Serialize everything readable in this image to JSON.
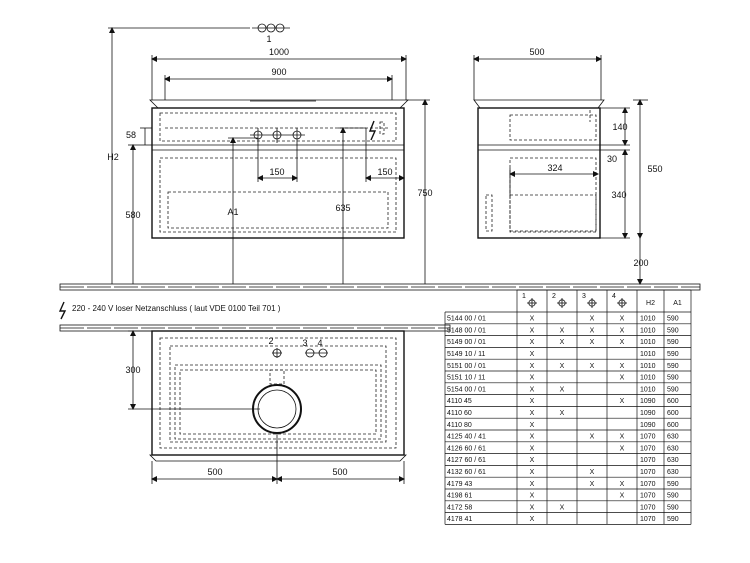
{
  "front_view": {
    "top_symbol_label": "1",
    "dims": {
      "d1000": "1000",
      "d900": "900",
      "d58": "58",
      "d150a": "150",
      "d150b": "150",
      "d580": "580",
      "dH2": "H2",
      "dA1": "A1",
      "d635": "635",
      "d750": "750"
    }
  },
  "side_view": {
    "dims": {
      "d500": "500",
      "d140": "140",
      "d30": "30",
      "d324": "324",
      "d340": "340",
      "d550": "550",
      "d200": "200"
    }
  },
  "power_note": "220 - 240 V loser Netzanschluss ( laut VDE 0100 Teil 701 )",
  "plan_view": {
    "d300": "300",
    "d500a": "500",
    "d500b": "500",
    "labels": [
      "2",
      "3",
      "4"
    ]
  },
  "table": {
    "headers": [
      "1",
      "2",
      "3",
      "4",
      "H2",
      "A1"
    ],
    "rows": [
      {
        "code": "5144 00 / 01",
        "c1": "X",
        "c2": "",
        "c3": "X",
        "c4": "X",
        "h2": "1010",
        "a1": "590"
      },
      {
        "code": "5148 00 / 01",
        "c1": "X",
        "c2": "X",
        "c3": "X",
        "c4": "X",
        "h2": "1010",
        "a1": "590"
      },
      {
        "code": "5149 00 / 01",
        "c1": "X",
        "c2": "X",
        "c3": "X",
        "c4": "X",
        "h2": "1010",
        "a1": "590"
      },
      {
        "code": "5149 10 / 11",
        "c1": "X",
        "c2": "",
        "c3": "",
        "c4": "",
        "h2": "1010",
        "a1": "590"
      },
      {
        "code": "5151 00 / 01",
        "c1": "X",
        "c2": "X",
        "c3": "X",
        "c4": "X",
        "h2": "1010",
        "a1": "590"
      },
      {
        "code": "5151 10 / 11",
        "c1": "X",
        "c2": "",
        "c3": "",
        "c4": "X",
        "h2": "1010",
        "a1": "590"
      },
      {
        "code": "5154 00 / 01",
        "c1": "X",
        "c2": "X",
        "c3": "",
        "c4": "",
        "h2": "1010",
        "a1": "590"
      },
      {
        "code": "4110 45",
        "c1": "X",
        "c2": "",
        "c3": "",
        "c4": "X",
        "h2": "1090",
        "a1": "600"
      },
      {
        "code": "4110 60",
        "c1": "X",
        "c2": "X",
        "c3": "",
        "c4": "",
        "h2": "1090",
        "a1": "600"
      },
      {
        "code": "4110 80",
        "c1": "X",
        "c2": "",
        "c3": "",
        "c4": "",
        "h2": "1090",
        "a1": "600"
      },
      {
        "code": "4125 40 / 41",
        "c1": "X",
        "c2": "",
        "c3": "X",
        "c4": "X",
        "h2": "1070",
        "a1": "630"
      },
      {
        "code": "4126 60 / 61",
        "c1": "X",
        "c2": "",
        "c3": "",
        "c4": "X",
        "h2": "1070",
        "a1": "630"
      },
      {
        "code": "4127 60 / 61",
        "c1": "X",
        "c2": "",
        "c3": "",
        "c4": "",
        "h2": "1070",
        "a1": "630"
      },
      {
        "code": "4132 60 / 61",
        "c1": "X",
        "c2": "",
        "c3": "X",
        "c4": "",
        "h2": "1070",
        "a1": "630"
      },
      {
        "code": "4179 43",
        "c1": "X",
        "c2": "",
        "c3": "X",
        "c4": "X",
        "h2": "1070",
        "a1": "590"
      },
      {
        "code": "4198 61",
        "c1": "X",
        "c2": "",
        "c3": "",
        "c4": "X",
        "h2": "1070",
        "a1": "590"
      },
      {
        "code": "4172 58",
        "c1": "X",
        "c2": "X",
        "c3": "",
        "c4": "",
        "h2": "1070",
        "a1": "590"
      },
      {
        "code": "4178 41",
        "c1": "X",
        "c2": "",
        "c3": "",
        "c4": "",
        "h2": "1070",
        "a1": "590"
      }
    ]
  }
}
